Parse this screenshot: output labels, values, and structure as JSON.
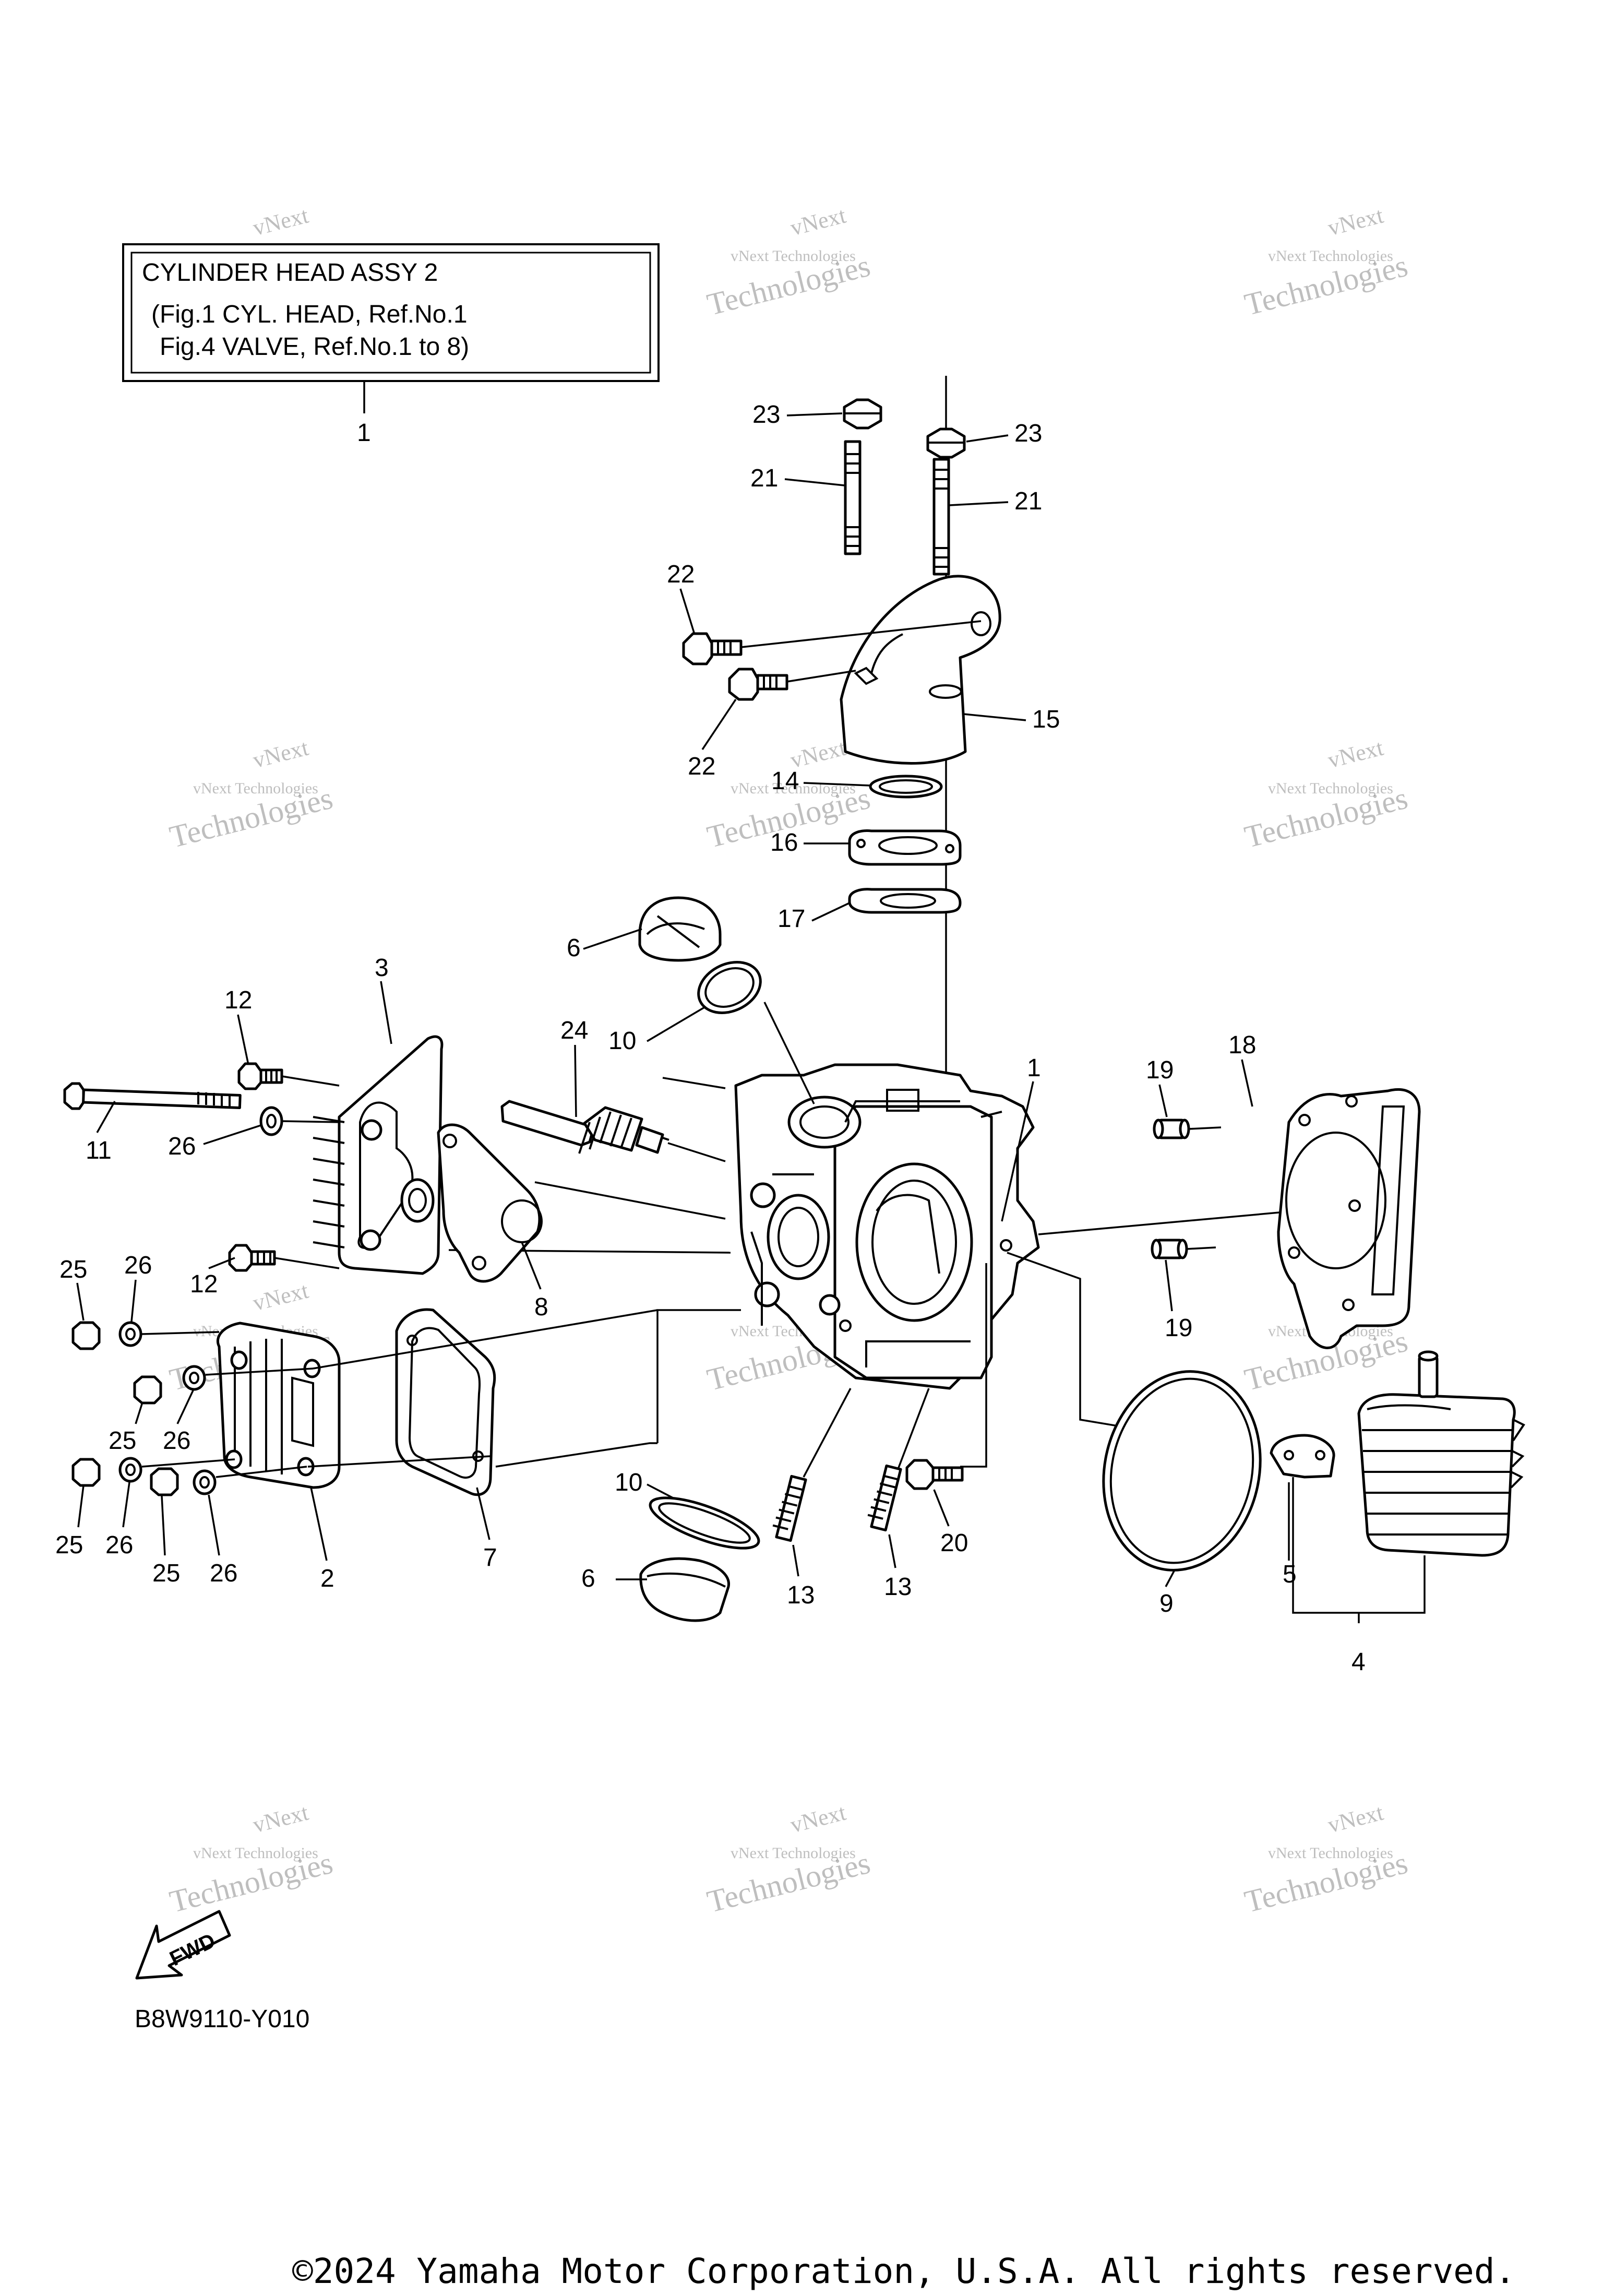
{
  "title_box": {
    "line1": "CYLINDER HEAD ASSY 2",
    "line2": "(Fig.1 CYL. HEAD, Ref.No.1",
    "line3": "Fig.4 VALVE, Ref.No.1 to 8)",
    "ref": "1"
  },
  "callouts": {
    "c1": "1",
    "c2": "2",
    "c3": "3",
    "c4": "4",
    "c5": "5",
    "c6a": "6",
    "c6b": "6",
    "c7": "7",
    "c8": "8",
    "c9": "9",
    "c10a": "10",
    "c10b": "10",
    "c11": "11",
    "c12a": "12",
    "c12b": "12",
    "c13a": "13",
    "c13b": "13",
    "c14": "14",
    "c15": "15",
    "c16": "16",
    "c17": "17",
    "c18": "18",
    "c19a": "19",
    "c19b": "19",
    "c20": "20",
    "c21a": "21",
    "c21b": "21",
    "c22a": "22",
    "c22b": "22",
    "c23a": "23",
    "c23b": "23",
    "c24": "24",
    "c25a": "25",
    "c25b": "25",
    "c25c": "25",
    "c25d": "25",
    "c26a": "26",
    "c26b": "26",
    "c26c": "26",
    "c26d": "26",
    "c26e": "26"
  },
  "fwd_label": "FWD",
  "diagram_code": "B8W9110-Y010",
  "watermark": {
    "line1": "vNext",
    "line2": "vNext Technologies",
    "line3": "Technologies"
  },
  "copyright": "©2024 Yamaha Motor Corporation, U.S.A. All rights reserved."
}
